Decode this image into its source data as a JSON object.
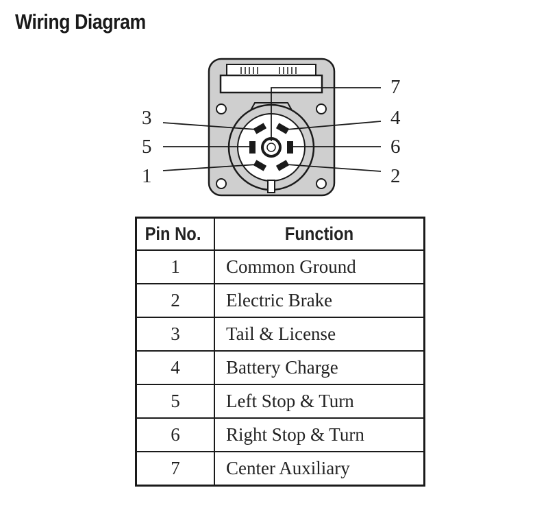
{
  "title": "Wiring Diagram",
  "diagram": {
    "pin_labels": {
      "p1": "1",
      "p2": "2",
      "p3": "3",
      "p4": "4",
      "p5": "5",
      "p6": "6",
      "p7": "7"
    }
  },
  "table": {
    "headers": {
      "pin": "Pin No.",
      "function": "Function"
    },
    "rows": [
      {
        "pin": "1",
        "function": "Common Ground"
      },
      {
        "pin": "2",
        "function": "Electric Brake"
      },
      {
        "pin": "3",
        "function": "Tail & License"
      },
      {
        "pin": "4",
        "function": "Battery Charge"
      },
      {
        "pin": "5",
        "function": "Left Stop & Turn"
      },
      {
        "pin": "6",
        "function": "Right Stop & Turn"
      },
      {
        "pin": "7",
        "function": "Center Auxiliary"
      }
    ]
  },
  "colors": {
    "housing": "#cfcfcf",
    "line": "#1a1a1a"
  }
}
